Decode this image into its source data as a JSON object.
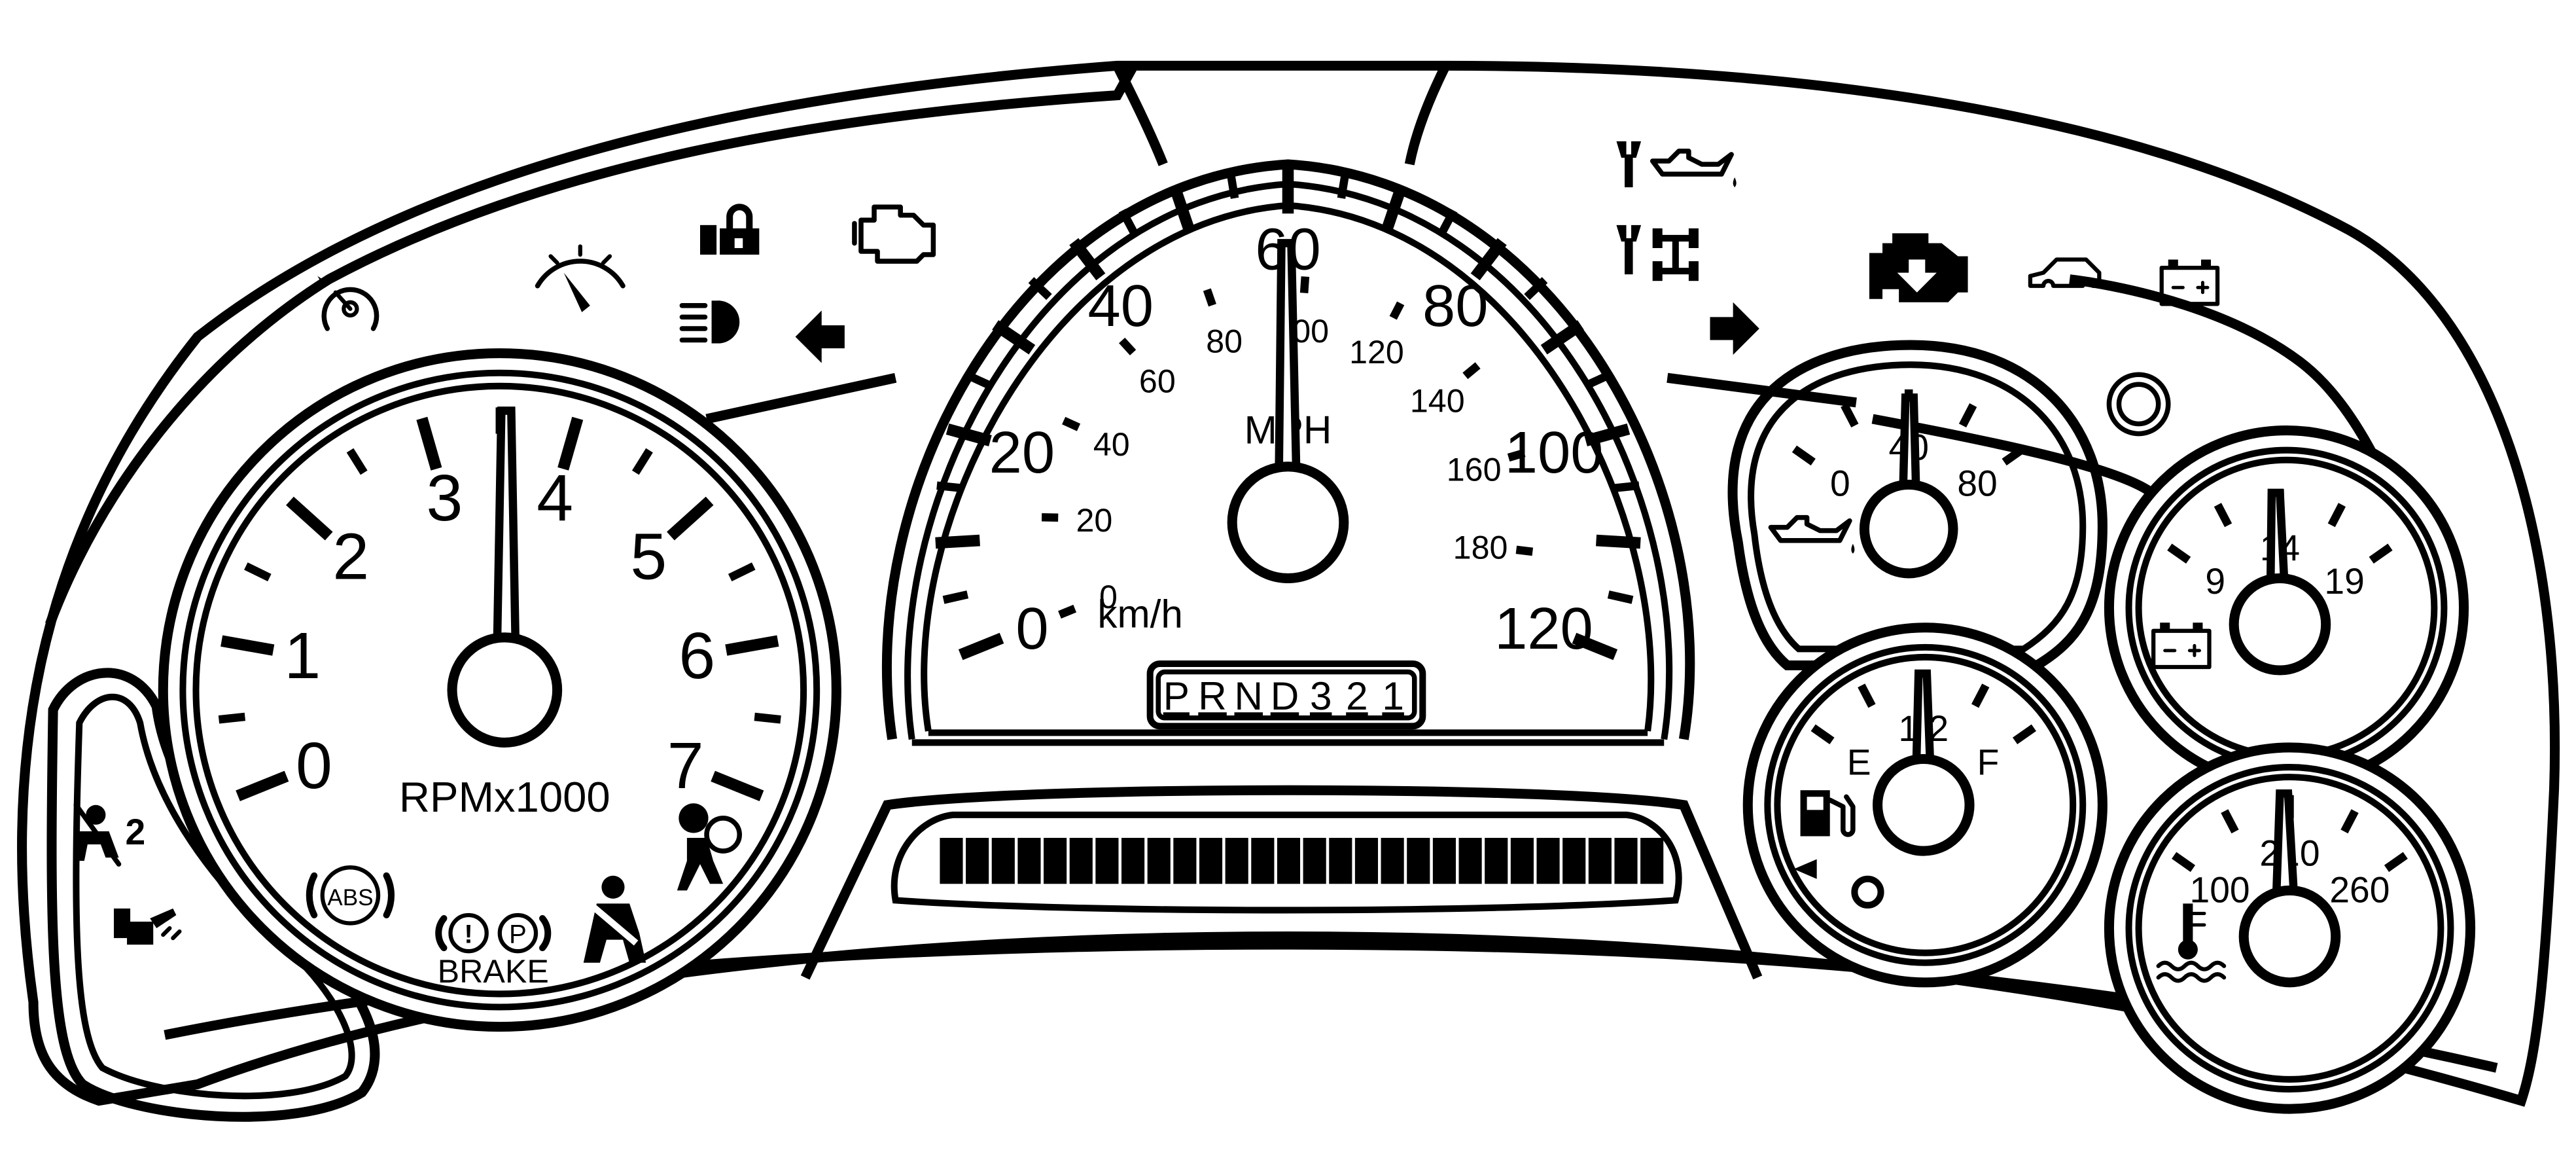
{
  "tachometer": {
    "numerals": [
      "0",
      "1",
      "2",
      "3",
      "4",
      "5",
      "6",
      "7"
    ],
    "unit_label": "RPMx1000",
    "needle_value": 4
  },
  "speedometer": {
    "mph_numerals": [
      "0",
      "20",
      "40",
      "60",
      "80",
      "100",
      "120"
    ],
    "kmh_numerals": [
      "0",
      "20",
      "40",
      "60",
      "80",
      "100",
      "120",
      "140",
      "160",
      "180"
    ],
    "mph_label": "MPH",
    "kmh_label": "km/h",
    "needle_value": 60
  },
  "prndl": {
    "letters": [
      "P",
      "R",
      "N",
      "D",
      "3",
      "2",
      "1"
    ]
  },
  "odometer": {
    "segment_count": 28
  },
  "oil_pressure": {
    "numerals": [
      "0",
      "40",
      "80"
    ],
    "needle_value": 40
  },
  "voltmeter": {
    "numerals": [
      "9",
      "14",
      "19"
    ],
    "needle_value": 14
  },
  "fuel": {
    "numerals": [
      "E",
      "1/2",
      "F"
    ],
    "needle_value": 0.5
  },
  "temperature": {
    "numerals": [
      "100",
      "210",
      "260"
    ],
    "needle_value": 210
  },
  "brake_label": "BRAKE",
  "abs_label": "ABS",
  "parking_label": "P",
  "passenger_airbag_label": "2",
  "icons": [
    "cruise-control-icon",
    "low-fuel-gauge-icon",
    "security-lock-icon",
    "check-engine-icon",
    "headlamp-icon",
    "left-turn-signal-icon",
    "change-oil-icon",
    "service-4wd-icon",
    "right-turn-signal-icon",
    "service-vehicle-icon",
    "door-ajar-icon",
    "battery-charge-icon",
    "trip-reset-button-icon",
    "passenger-airbag-off-icon",
    "traction-control-icon",
    "abs-warning-icon",
    "brake-warning-icon",
    "seatbelt-icon",
    "airbag-icon",
    "oil-can-icon",
    "fuel-pump-icon",
    "coolant-temp-icon",
    "battery-gauge-icon"
  ]
}
